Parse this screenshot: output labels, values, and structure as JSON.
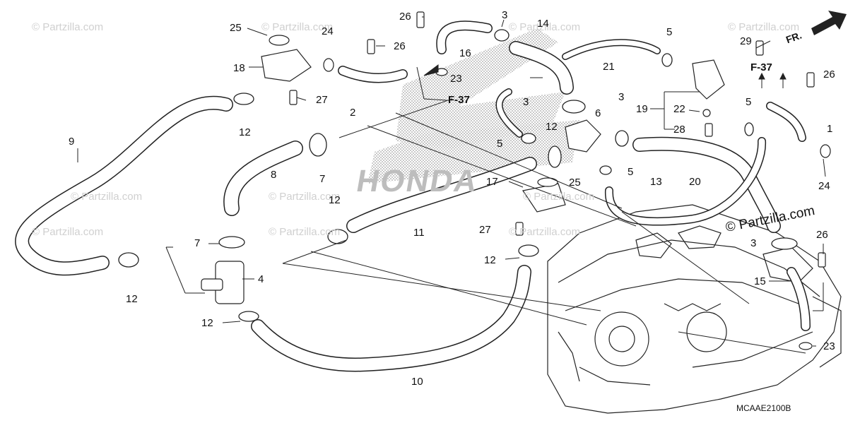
{
  "diagram": {
    "code": "MCAAE2100B",
    "direction_label": "FR.",
    "copyright": "© Partzilla.com",
    "watermark": "© Partzilla.com",
    "brand_watermark": "HONDA",
    "section_refs": [
      "F-37",
      "F-37"
    ],
    "callouts": {
      "c1": "1",
      "c2": "2",
      "c3a": "3",
      "c3b": "3",
      "c3c": "3",
      "c3d": "3",
      "c4": "4",
      "c5a": "5",
      "c5b": "5",
      "c5c": "5",
      "c5d": "5",
      "c6": "6",
      "c7a": "7",
      "c7b": "7",
      "c8": "8",
      "c9": "9",
      "c10": "10",
      "c11": "11",
      "c12a": "12",
      "c12b": "12",
      "c12c": "12",
      "c12d": "12",
      "c12e": "12",
      "c12f": "12",
      "c13": "13",
      "c14": "14",
      "c15": "15",
      "c16": "16",
      "c17": "17",
      "c18": "18",
      "c19": "19",
      "c20": "20",
      "c21": "21",
      "c22": "22",
      "c23a": "23",
      "c23b": "23",
      "c24a": "24",
      "c24b": "24",
      "c25a": "25",
      "c25b": "25",
      "c26a": "26",
      "c26b": "26",
      "c26c": "26",
      "c26d": "26",
      "c27a": "27",
      "c27b": "27",
      "c28": "28",
      "c29": "29"
    }
  }
}
